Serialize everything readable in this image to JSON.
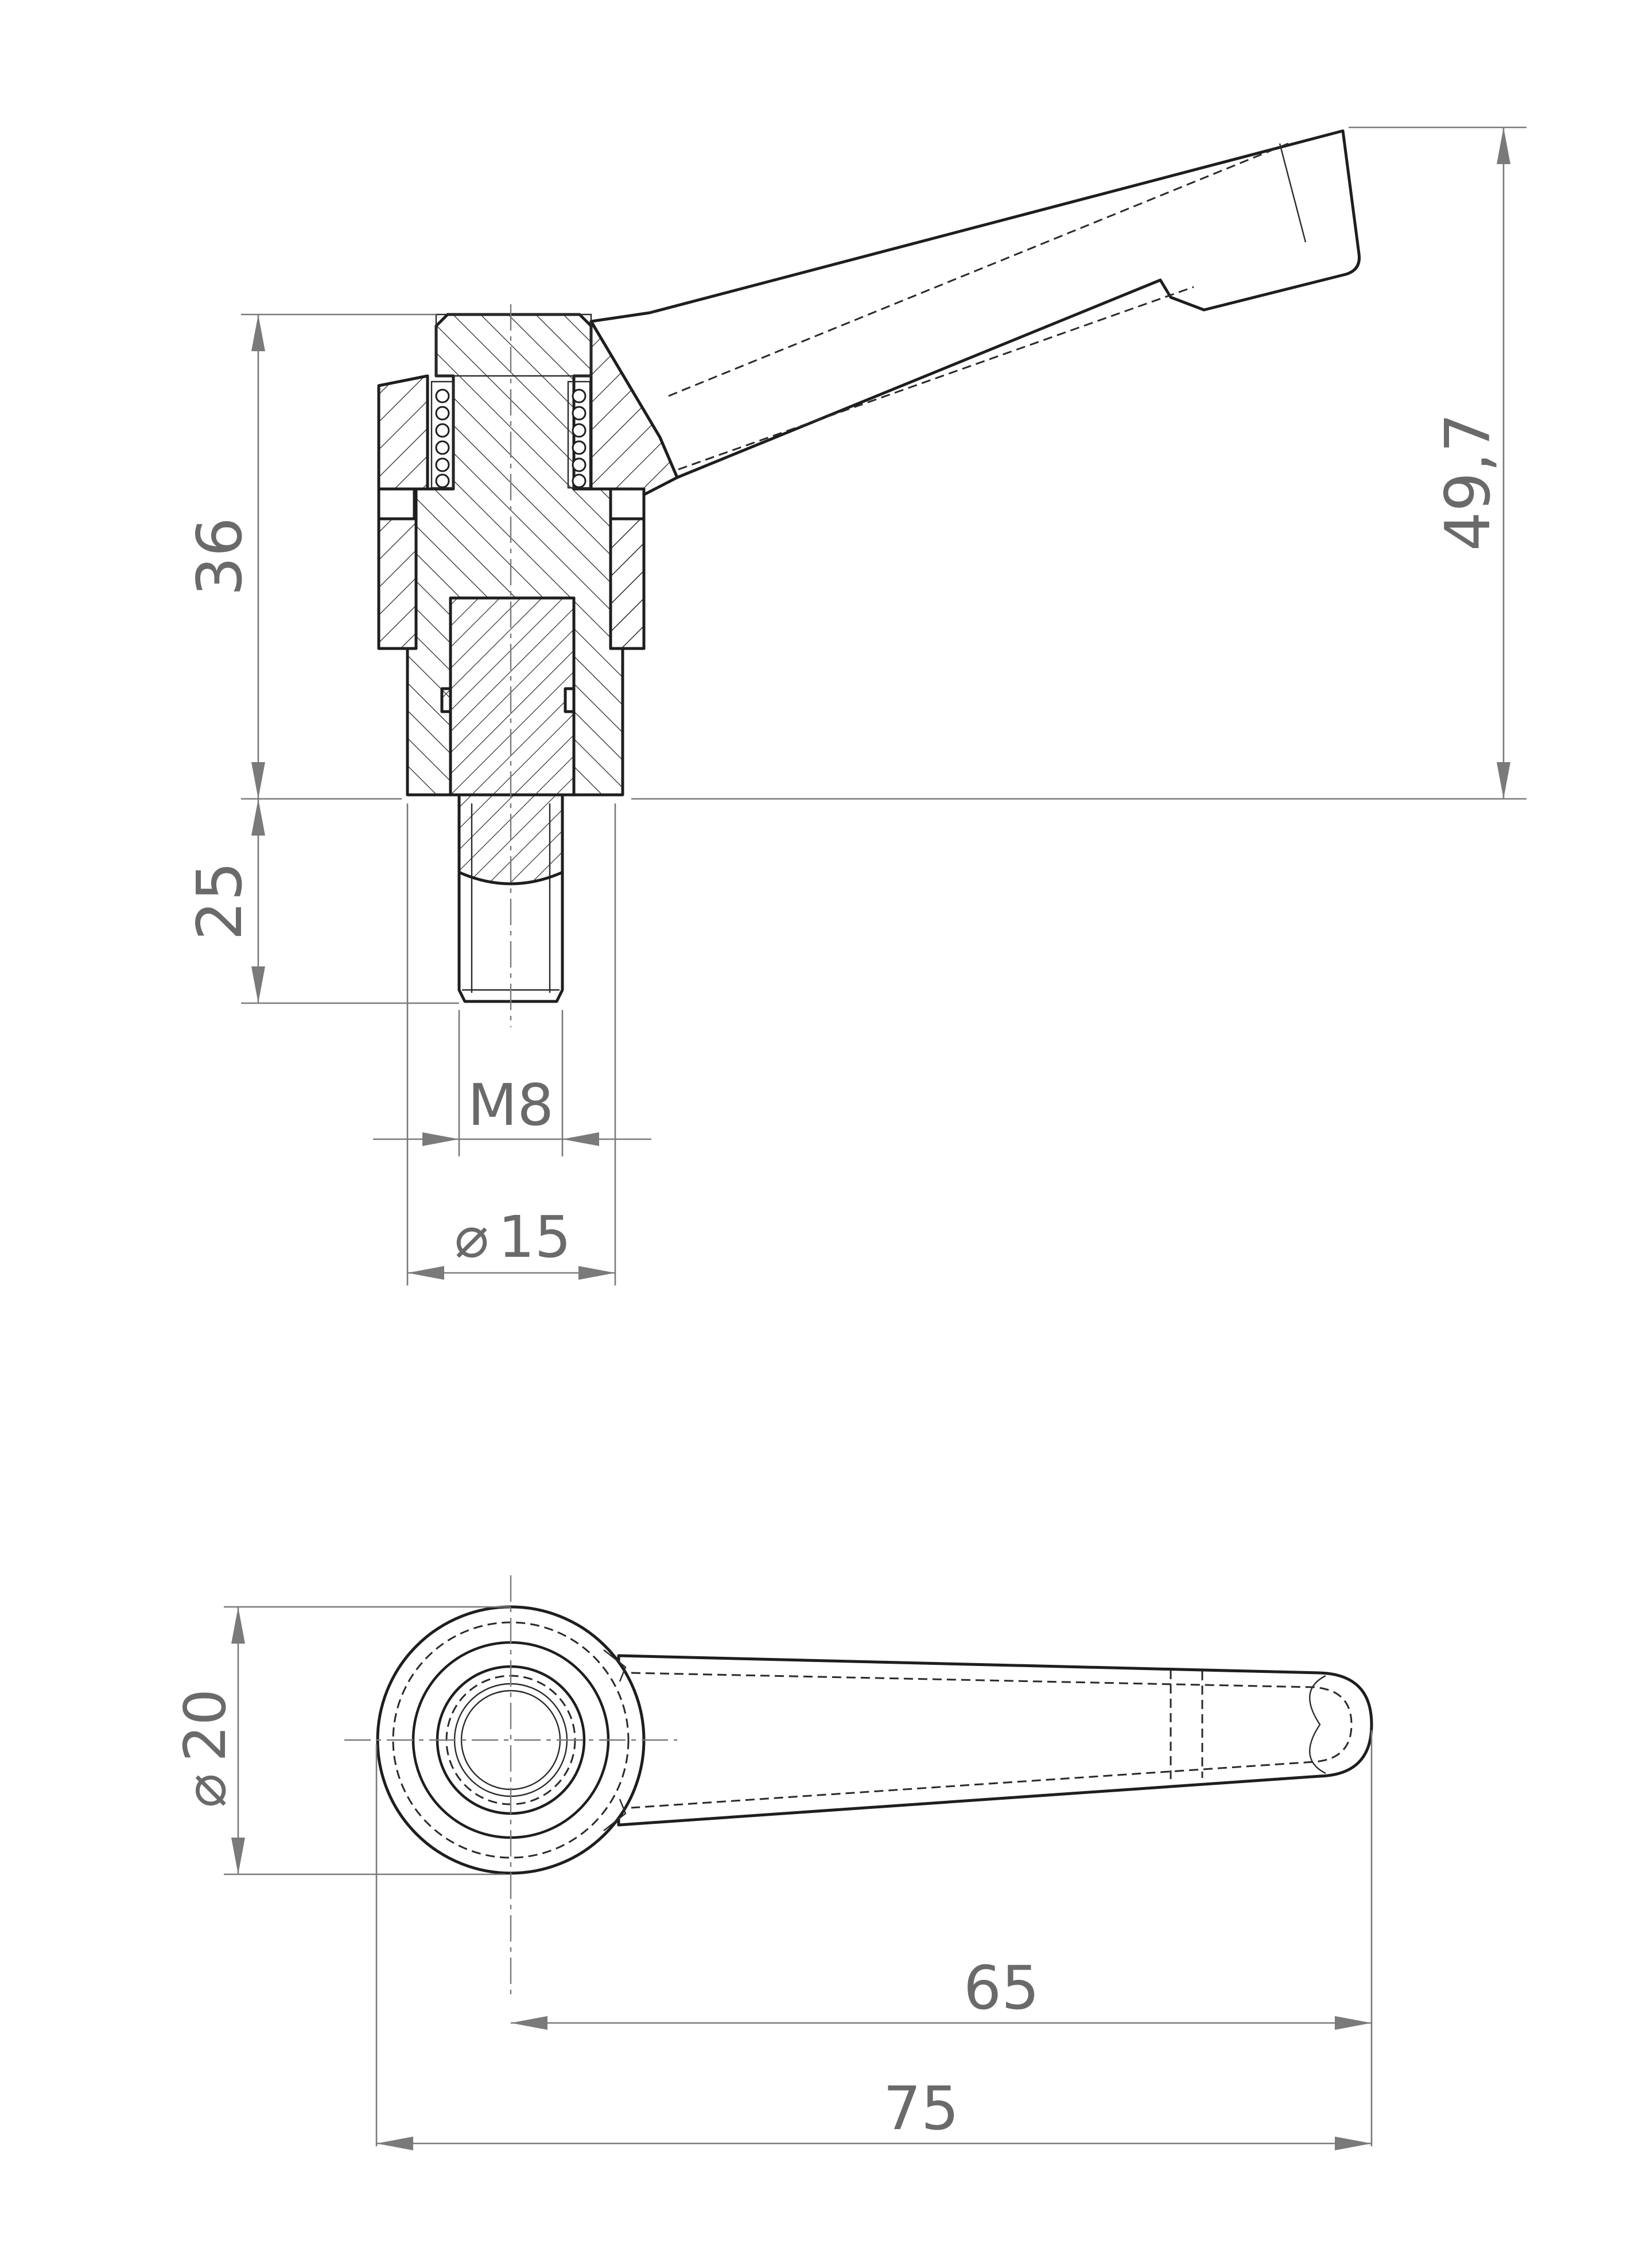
{
  "drawing": {
    "title": "",
    "side_view": {
      "dimensions": {
        "knob_height": "36",
        "thread_length": "25",
        "total_height": "49,7",
        "thread_size": "M8",
        "body_diameter": "15"
      }
    },
    "top_view": {
      "dimensions": {
        "hub_diameter": "20",
        "lever_length": "65",
        "overall_length": "75"
      }
    },
    "symbols": {
      "diameter": "⌀"
    },
    "colors": {
      "outline": "#1e1e1e",
      "dimension": "#7a7a7a",
      "text": "#6a6a6a"
    }
  }
}
